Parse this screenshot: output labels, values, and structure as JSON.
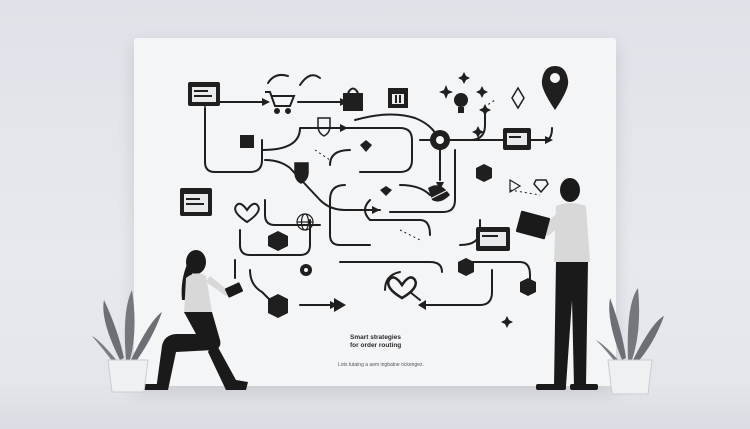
{
  "caption": {
    "line1": "Smart strategies",
    "line2": "for order routing",
    "subtext": "Lots tutaing a aem ingbatne ockengez."
  },
  "colors": {
    "background": "#e2e5ea",
    "board": "#f4f5f7",
    "ink": "#1f1f1f",
    "plant": "#6c6f73"
  },
  "icons": [
    "monitor-icon",
    "shopping-cart-icon",
    "shopping-bag-icon",
    "calendar-icon",
    "map-pin-icon",
    "lightbulb-icon",
    "gear-icon",
    "shield-icon",
    "heart-icon",
    "globe-icon",
    "box-icon",
    "leaf-icon",
    "diamond-icon",
    "play-icon",
    "sparkle-icon"
  ]
}
